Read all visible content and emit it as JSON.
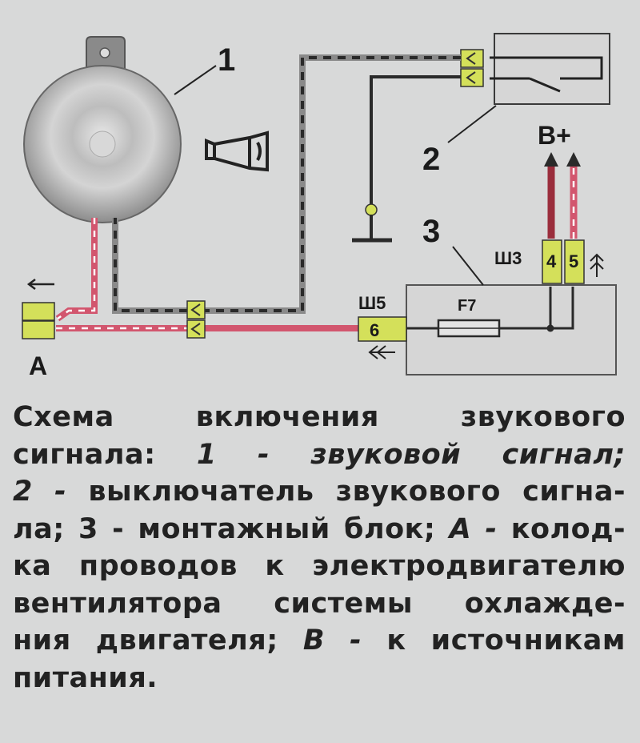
{
  "diagram": {
    "labels": {
      "horn_number": "1",
      "switch_number": "2",
      "block_number": "3",
      "connector_a": "А",
      "power": "В+",
      "sh5": "Ш5",
      "sh3": "Ш3",
      "pin6": "6",
      "pin4": "4",
      "pin5": "5",
      "fuse": "F7"
    },
    "colors": {
      "background": "#d8d9d9",
      "connector": "#d4e05a",
      "red_wire": "#d2566e",
      "dark_red_wire": "#9a2d3c",
      "black_wire": "#2a2a2a",
      "grey_wire": "#8a8a8a"
    }
  },
  "caption": {
    "line1": "Схема включения звукового",
    "line2_a": "сигнала: ",
    "line2_b": "1 - звуковой сигнал;",
    "line3_a": "2 - ",
    "line3_b": "выключатель звукового сигна-",
    "line4_a": "ла; 3 - ",
    "line4_b": "монтажный блок; ",
    "line4_c": "А - ",
    "line4_d": "колод-",
    "line5": "ка проводов к электродвигателю",
    "line6": "вентилятора системы охлажде-",
    "line7_a": "ния двигателя; ",
    "line7_b": "В - ",
    "line7_c": "к источникам",
    "line8": "питания."
  }
}
